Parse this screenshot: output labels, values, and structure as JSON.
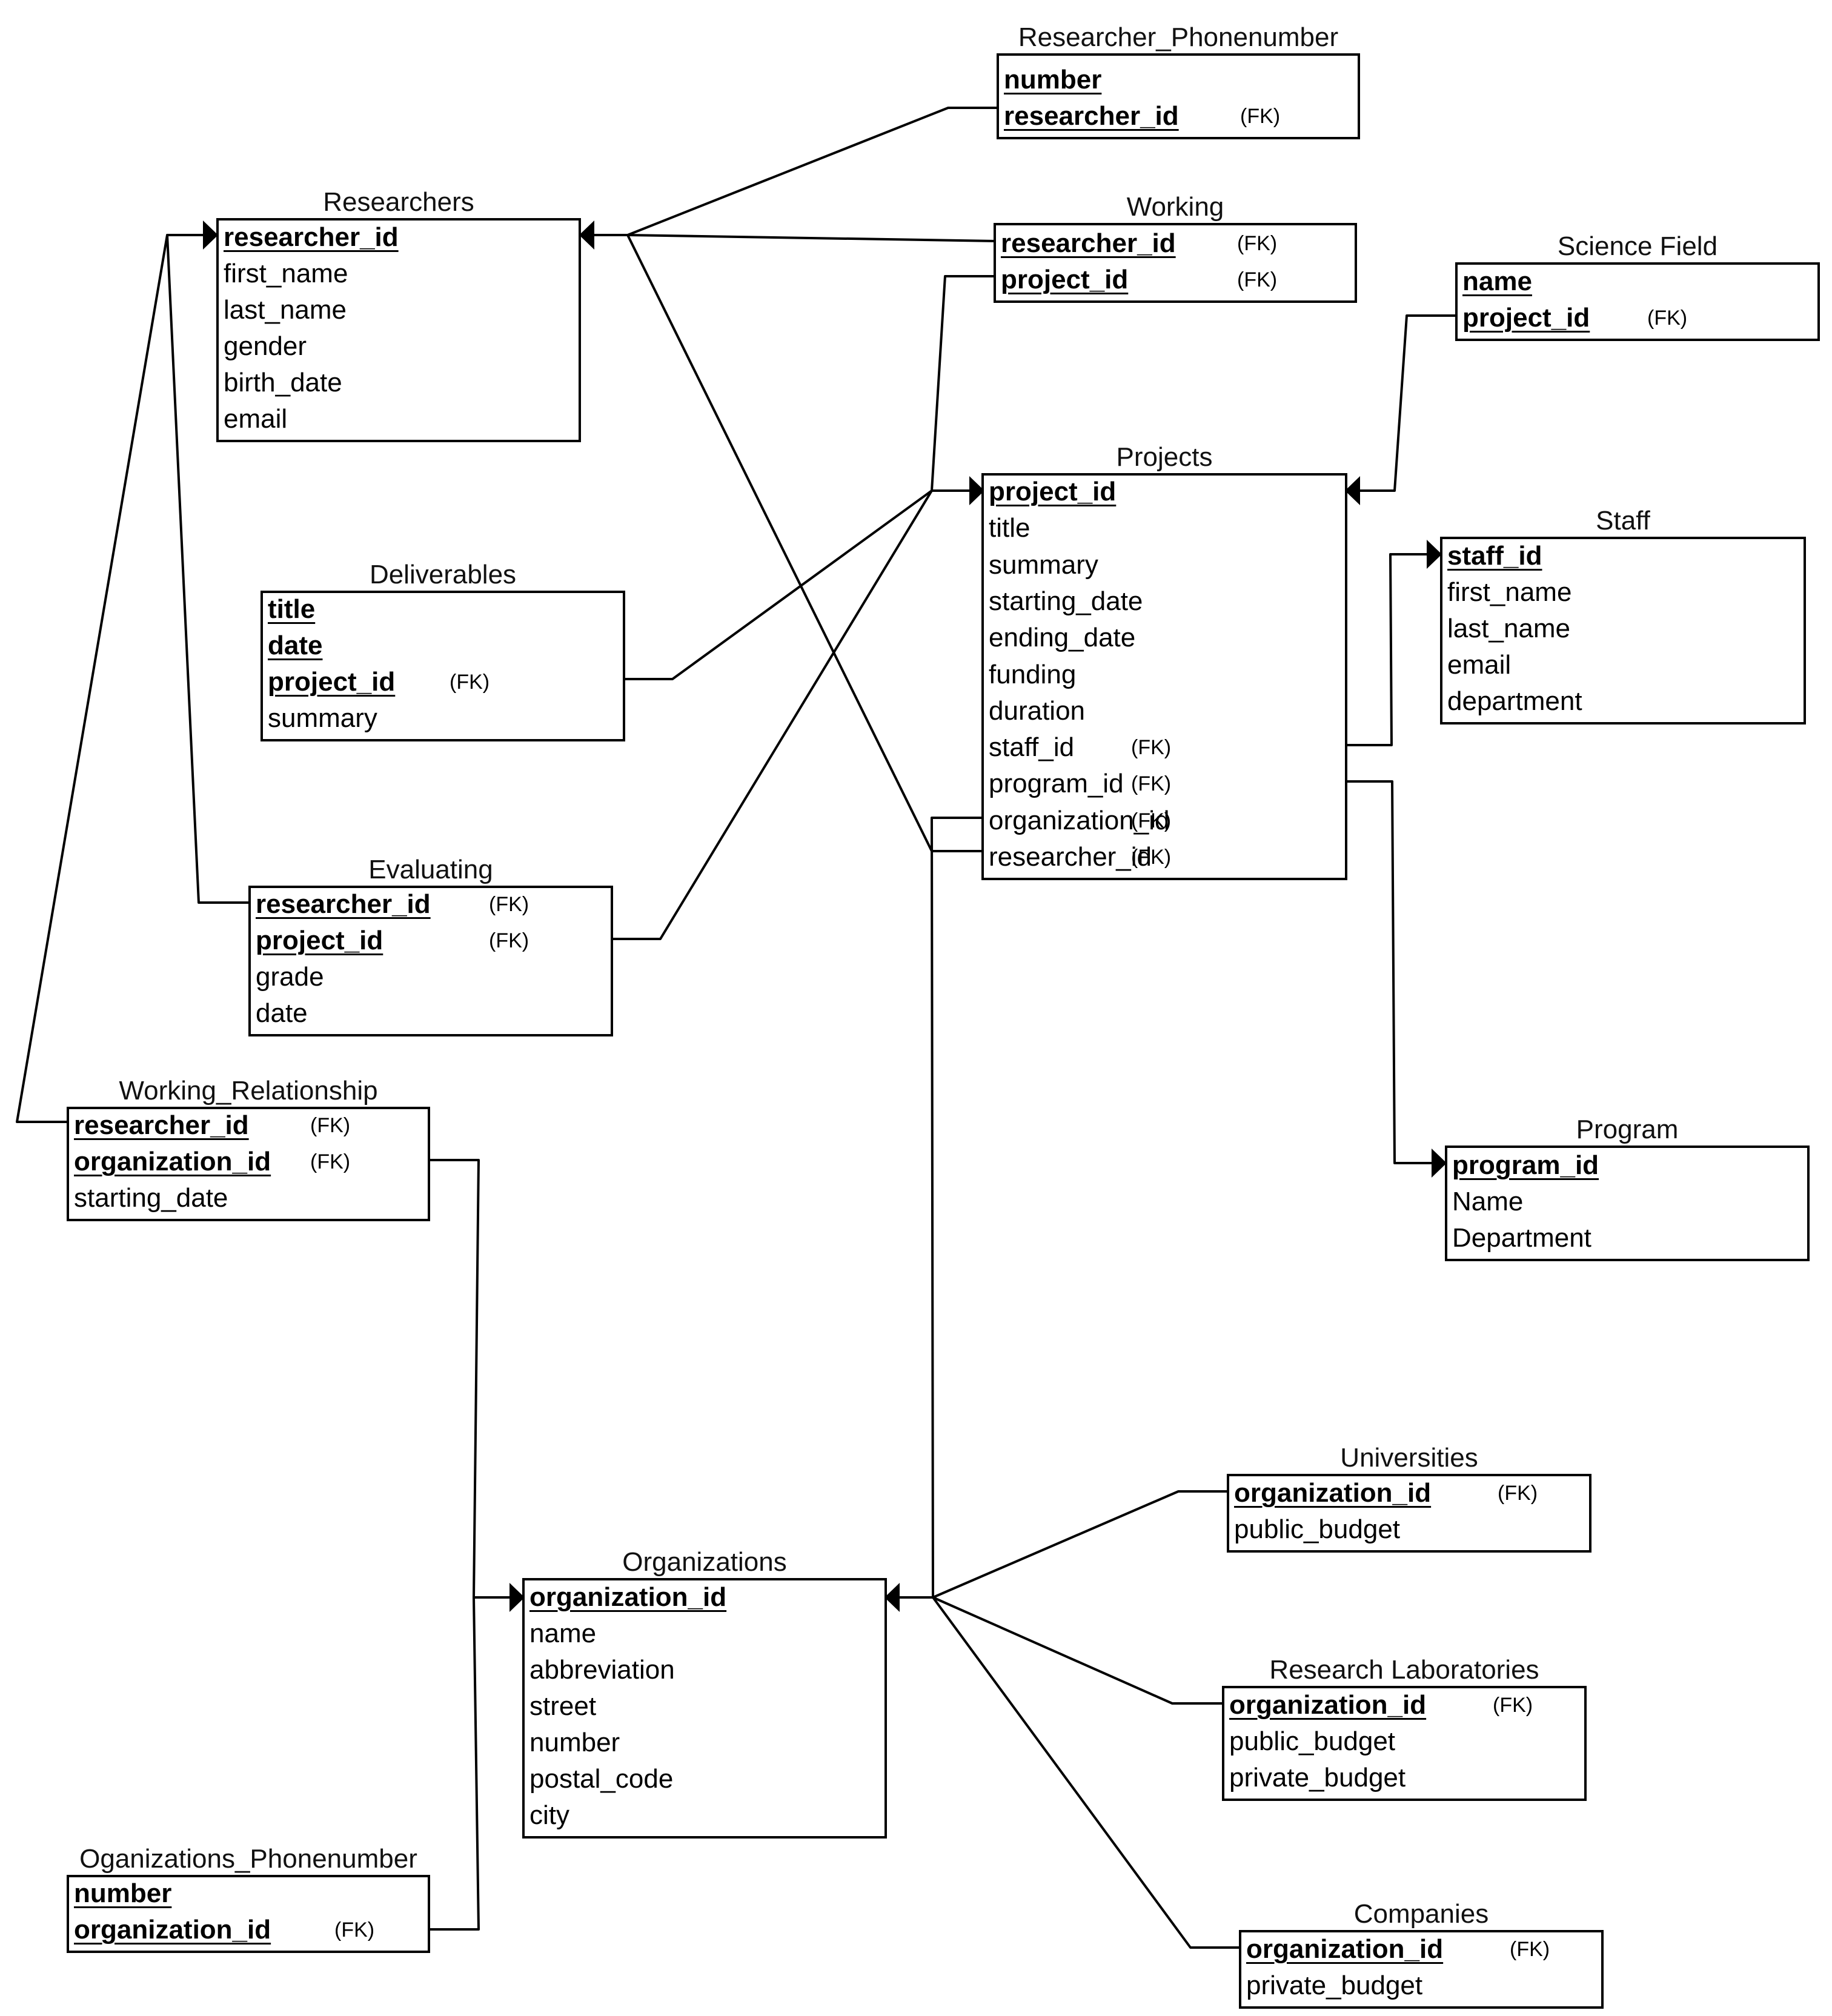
{
  "entities": {
    "researcher_phonenumber": {
      "title": "Researcher_Phonenumber",
      "rows": [
        {
          "name": "number",
          "pk": true,
          "fk": ""
        },
        {
          "name": "researcher_id",
          "pk": true,
          "fk": "(FK)"
        }
      ]
    },
    "researchers": {
      "title": "Researchers",
      "rows": [
        {
          "name": "researcher_id",
          "pk": true,
          "fk": ""
        },
        {
          "name": "first_name",
          "pk": false,
          "fk": ""
        },
        {
          "name": "last_name",
          "pk": false,
          "fk": ""
        },
        {
          "name": "gender",
          "pk": false,
          "fk": ""
        },
        {
          "name": "birth_date",
          "pk": false,
          "fk": ""
        },
        {
          "name": "email",
          "pk": false,
          "fk": ""
        }
      ]
    },
    "working": {
      "title": "Working",
      "rows": [
        {
          "name": "researcher_id",
          "pk": true,
          "fk": "(FK)"
        },
        {
          "name": "project_id",
          "pk": true,
          "fk": "(FK)"
        }
      ]
    },
    "science_field": {
      "title": "Science Field",
      "rows": [
        {
          "name": "name",
          "pk": true,
          "fk": ""
        },
        {
          "name": "project_id",
          "pk": true,
          "fk": "(FK)"
        }
      ]
    },
    "projects": {
      "title": "Projects",
      "rows": [
        {
          "name": "project_id",
          "pk": true,
          "fk": ""
        },
        {
          "name": "title",
          "pk": false,
          "fk": ""
        },
        {
          "name": "summary",
          "pk": false,
          "fk": ""
        },
        {
          "name": "starting_date",
          "pk": false,
          "fk": ""
        },
        {
          "name": "ending_date",
          "pk": false,
          "fk": ""
        },
        {
          "name": "funding",
          "pk": false,
          "fk": ""
        },
        {
          "name": "duration",
          "pk": false,
          "fk": ""
        },
        {
          "name": "staff_id",
          "pk": false,
          "fk": "(FK)"
        },
        {
          "name": "program_id",
          "pk": false,
          "fk": "(FK)"
        },
        {
          "name": "organization_id",
          "pk": false,
          "fk": "(FK)"
        },
        {
          "name": "researcher_id",
          "pk": false,
          "fk": "(FK)"
        }
      ]
    },
    "deliverables": {
      "title": "Deliverables",
      "rows": [
        {
          "name": "title",
          "pk": true,
          "fk": ""
        },
        {
          "name": "date",
          "pk": true,
          "fk": ""
        },
        {
          "name": "project_id",
          "pk": true,
          "fk": "(FK)"
        },
        {
          "name": "summary",
          "pk": false,
          "fk": ""
        }
      ]
    },
    "staff": {
      "title": "Staff",
      "rows": [
        {
          "name": "staff_id",
          "pk": true,
          "fk": ""
        },
        {
          "name": "first_name",
          "pk": false,
          "fk": ""
        },
        {
          "name": "last_name",
          "pk": false,
          "fk": ""
        },
        {
          "name": "email",
          "pk": false,
          "fk": ""
        },
        {
          "name": "department",
          "pk": false,
          "fk": ""
        }
      ]
    },
    "evaluating": {
      "title": "Evaluating",
      "rows": [
        {
          "name": "researcher_id",
          "pk": true,
          "fk": "(FK)"
        },
        {
          "name": "project_id",
          "pk": true,
          "fk": "(FK)"
        },
        {
          "name": "grade",
          "pk": false,
          "fk": ""
        },
        {
          "name": "date",
          "pk": false,
          "fk": ""
        }
      ]
    },
    "working_relationship": {
      "title": "Working_Relationship",
      "rows": [
        {
          "name": "researcher_id",
          "pk": true,
          "fk": "(FK)"
        },
        {
          "name": "organization_id",
          "pk": true,
          "fk": "(FK)"
        },
        {
          "name": "starting_date",
          "pk": false,
          "fk": ""
        }
      ]
    },
    "program": {
      "title": "Program",
      "rows": [
        {
          "name": "program_id",
          "pk": true,
          "fk": ""
        },
        {
          "name": "Name",
          "pk": false,
          "fk": ""
        },
        {
          "name": "Department",
          "pk": false,
          "fk": ""
        }
      ]
    },
    "universities": {
      "title": "Universities",
      "rows": [
        {
          "name": "organization_id",
          "pk": true,
          "fk": "(FK)"
        },
        {
          "name": "public_budget",
          "pk": false,
          "fk": ""
        }
      ]
    },
    "organizations": {
      "title": "Organizations",
      "rows": [
        {
          "name": "organization_id",
          "pk": true,
          "fk": ""
        },
        {
          "name": "name",
          "pk": false,
          "fk": ""
        },
        {
          "name": "abbreviation",
          "pk": false,
          "fk": ""
        },
        {
          "name": "street",
          "pk": false,
          "fk": ""
        },
        {
          "name": "number",
          "pk": false,
          "fk": ""
        },
        {
          "name": "postal_code",
          "pk": false,
          "fk": ""
        },
        {
          "name": "city",
          "pk": false,
          "fk": ""
        }
      ]
    },
    "research_laboratories": {
      "title": "Research Laboratories",
      "rows": [
        {
          "name": "organization_id",
          "pk": true,
          "fk": "(FK)"
        },
        {
          "name": "public_budget",
          "pk": false,
          "fk": ""
        },
        {
          "name": "private_budget",
          "pk": false,
          "fk": ""
        }
      ]
    },
    "organizations_phonenumber": {
      "title": "Oganizations_Phonenumber",
      "rows": [
        {
          "name": "number",
          "pk": true,
          "fk": ""
        },
        {
          "name": "organization_id",
          "pk": true,
          "fk": "(FK)"
        }
      ]
    },
    "companies": {
      "title": "Companies",
      "rows": [
        {
          "name": "organization_id",
          "pk": true,
          "fk": "(FK)"
        },
        {
          "name": "private_budget",
          "pk": false,
          "fk": ""
        }
      ]
    }
  },
  "relationships": [
    {
      "from": "researcher_phonenumber.researcher_id",
      "to": "researchers.researcher_id"
    },
    {
      "from": "working.researcher_id",
      "to": "researchers.researcher_id"
    },
    {
      "from": "projects.researcher_id",
      "to": "researchers.researcher_id"
    },
    {
      "from": "evaluating.researcher_id",
      "to": "researchers.researcher_id"
    },
    {
      "from": "working_relationship.researcher_id",
      "to": "researchers.researcher_id"
    },
    {
      "from": "working.project_id",
      "to": "projects.project_id"
    },
    {
      "from": "deliverables.project_id",
      "to": "projects.project_id"
    },
    {
      "from": "evaluating.project_id",
      "to": "projects.project_id"
    },
    {
      "from": "science_field.project_id",
      "to": "projects.project_id"
    },
    {
      "from": "projects.staff_id",
      "to": "staff.staff_id"
    },
    {
      "from": "projects.program_id",
      "to": "program.program_id"
    },
    {
      "from": "projects.organization_id",
      "to": "organizations.organization_id"
    },
    {
      "from": "universities.organization_id",
      "to": "organizations.organization_id"
    },
    {
      "from": "research_laboratories.organization_id",
      "to": "organizations.organization_id"
    },
    {
      "from": "companies.organization_id",
      "to": "organizations.organization_id"
    },
    {
      "from": "working_relationship.organization_id",
      "to": "organizations.organization_id"
    },
    {
      "from": "organizations_phonenumber.organization_id",
      "to": "organizations.organization_id"
    }
  ]
}
